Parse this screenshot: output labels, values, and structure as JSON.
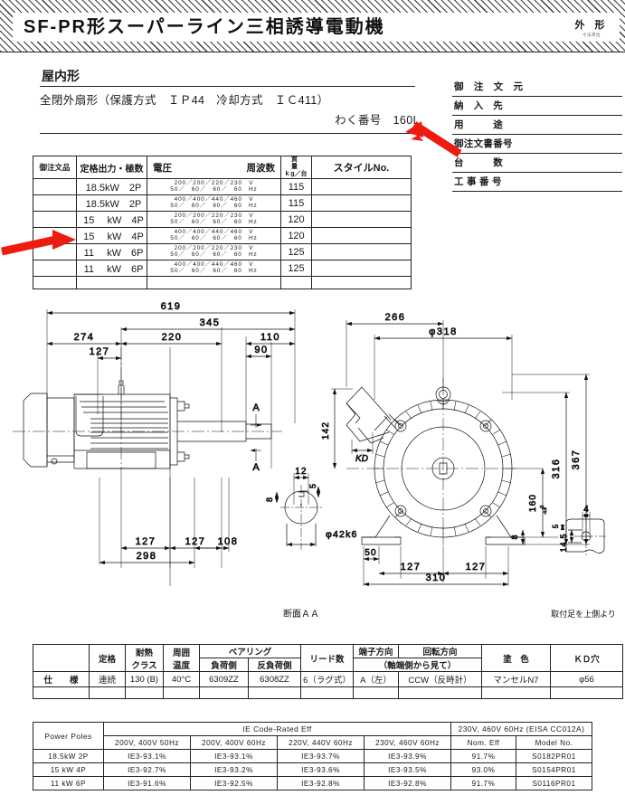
{
  "header": {
    "title": "SF-PR形スーパーライン三相誘導電動機",
    "right_block_main": "外 形",
    "right_block_sub": "寸法単位"
  },
  "upper": {
    "indoor_type": "屋内形",
    "enclosure": "全閉外扇形（保護方式　ＩＰ44　冷却方式　ＩＣ411）",
    "frame_number": "わく番号　160L"
  },
  "order_info": {
    "rows": [
      {
        "label": "御 注 文 元",
        "value": ""
      },
      {
        "label": "納　入　先",
        "value": ""
      },
      {
        "label": "用　　　途",
        "value": ""
      },
      {
        "label": "御注文書番号",
        "value": ""
      },
      {
        "label": "台　　　数",
        "value": ""
      },
      {
        "label": "工 事 番 号",
        "value": ""
      }
    ]
  },
  "rating_table": {
    "headers": {
      "order_item": "御注文品",
      "output_poles": "定格出力・極数",
      "voltage": "電圧",
      "frequency": "周波数",
      "mass_l1": "質　　量",
      "mass_l2": "k g／台",
      "style_no": "スタイルNo."
    },
    "rows": [
      {
        "order_item": "",
        "output_poles": "18.5kW　2P",
        "volt": "200／200／220／230　V",
        "freq": "50／　60／　60／　60　Hz",
        "mass": "115",
        "style": ""
      },
      {
        "order_item": "",
        "output_poles": "18.5kW　2P",
        "volt": "400／400／440／460　V",
        "freq": "50／　60／　60／　60　Hz",
        "mass": "115",
        "style": ""
      },
      {
        "order_item": "",
        "output_poles": "15　 kW　4P",
        "volt": "200／200／220／230　V",
        "freq": "50／　60／　60／　60　Hz",
        "mass": "120",
        "style": ""
      },
      {
        "order_item": "",
        "output_poles": "15　 kW　4P",
        "volt": "400／400／440／460　V",
        "freq": "50／　60／　60／　60　Hz",
        "mass": "120",
        "style": ""
      },
      {
        "order_item": "",
        "output_poles": "11　 kW　6P",
        "volt": "200／200／220／230　V",
        "freq": "50／　60／　60／　60　Hz",
        "mass": "125",
        "style": ""
      },
      {
        "order_item": "",
        "output_poles": "11　 kW　6P",
        "volt": "400／400／440／460　V",
        "freq": "50／　60／　60／　60　Hz",
        "mass": "125",
        "style": ""
      }
    ]
  },
  "drawing": {
    "side_view": {
      "dims": [
        "619",
        "345",
        "274",
        "220",
        "110",
        "127",
        "90",
        "127",
        "127",
        "108",
        "298"
      ],
      "section_marks": [
        "A",
        "A"
      ]
    },
    "front_view": {
      "dims": [
        "266",
        "φ318",
        "367",
        "316",
        "160-0",
        "8",
        "142",
        "50",
        "127",
        "127",
        "310"
      ],
      "kd_label": "KD",
      "tolerance": "-0.5"
    },
    "section_aa": {
      "caption": "断面ＡＡ",
      "dims": [
        "12",
        "5",
        "8",
        "φ42k6"
      ]
    },
    "foot_detail": {
      "caption": "取付足を上側より",
      "dims": [
        "4",
        "14.5"
      ]
    }
  },
  "spec_table": {
    "headers": {
      "row_label": "仕　　様",
      "rating": "定格",
      "heat_class_l1": "耐熱",
      "heat_class_l2": "クラス",
      "amb_temp_l1": "周囲",
      "amb_temp_l2": "温度",
      "bearing": "ベアリング",
      "bearing_load": "負荷側",
      "bearing_opp": "反負荷側",
      "leads": "リード数",
      "terminal_dir": "端子方向",
      "rotation_dir": "回転方向",
      "viewed_from": "（軸端側から見て）",
      "paint": "塗　色",
      "kd_hole": "ＫＤ穴"
    },
    "values": {
      "row_label": "仕　　様",
      "rating": "連続",
      "heat_class": "130 (B)",
      "amb_temp": "40°C",
      "bearing_load": "6309ZZ",
      "bearing_opp": "6308ZZ",
      "leads": "6（ラグ式）",
      "terminal_dir": "A（左）",
      "rotation_dir": "CCW（反時計）",
      "paint": "マンセルN7",
      "kd_hole": "φ56"
    }
  },
  "ie_table": {
    "headers": {
      "power_poles": "Power Poles",
      "ie_code_group": "IE Code-Rated Eff",
      "eisa_group": "230V, 460V 60Hz (EISA CC012A)",
      "cols": [
        "200V, 400V 50Hz",
        "200V, 400V 60Hz",
        "220V, 440V 60Hz",
        "230V, 460V 60Hz"
      ],
      "nom_eff": "Nom. Eff",
      "model_no": "Model No."
    },
    "rows": [
      {
        "power_poles": "18.5kW 2P",
        "eff": [
          "IE3-93.1%",
          "IE3-93.1%",
          "IE3-93.7%",
          "IE3-93.9%"
        ],
        "nom_eff": "91.7%",
        "model_no": "S0182PR01"
      },
      {
        "power_poles": "15  kW 4P",
        "eff": [
          "IE3-92.7%",
          "IE3-93.2%",
          "IE3-93.6%",
          "IE3-93.5%"
        ],
        "nom_eff": "93.0%",
        "model_no": "S0154PR01"
      },
      {
        "power_poles": "11  kW 6P",
        "eff": [
          "IE3-91.6%",
          "IE3-92.5%",
          "IE3-92.8%",
          "IE3-92.8%"
        ],
        "nom_eff": "91.7%",
        "model_no": "S0116PR01"
      }
    ]
  },
  "annotations": {
    "arrow_color": "#ee1b11",
    "arrow_frame_target": "わく番号 160L",
    "arrow_row_target": "15 kW 4P"
  }
}
